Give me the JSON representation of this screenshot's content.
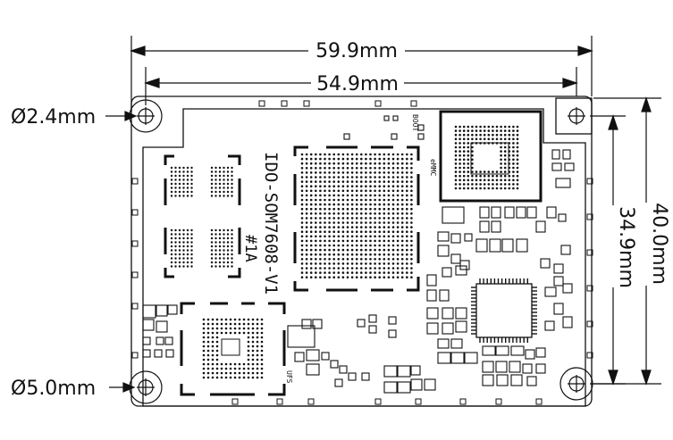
{
  "dimensions": {
    "board_width": "59.9mm",
    "hole_spacing_x": "54.9mm",
    "board_height": "40.0mm",
    "hole_spacing_y": "34.9mm",
    "hole_diameter": "Ø2.4mm",
    "pad_diameter": "Ø5.0mm"
  },
  "silkscreen": {
    "module_name": "IDO-SOM7608-V1",
    "revision": "#1A",
    "boot_label": "BOOT",
    "emmc_label": "eMMC",
    "ufs_label": "UFS"
  },
  "colors": {
    "line": "#111111",
    "background": "#ffffff"
  }
}
